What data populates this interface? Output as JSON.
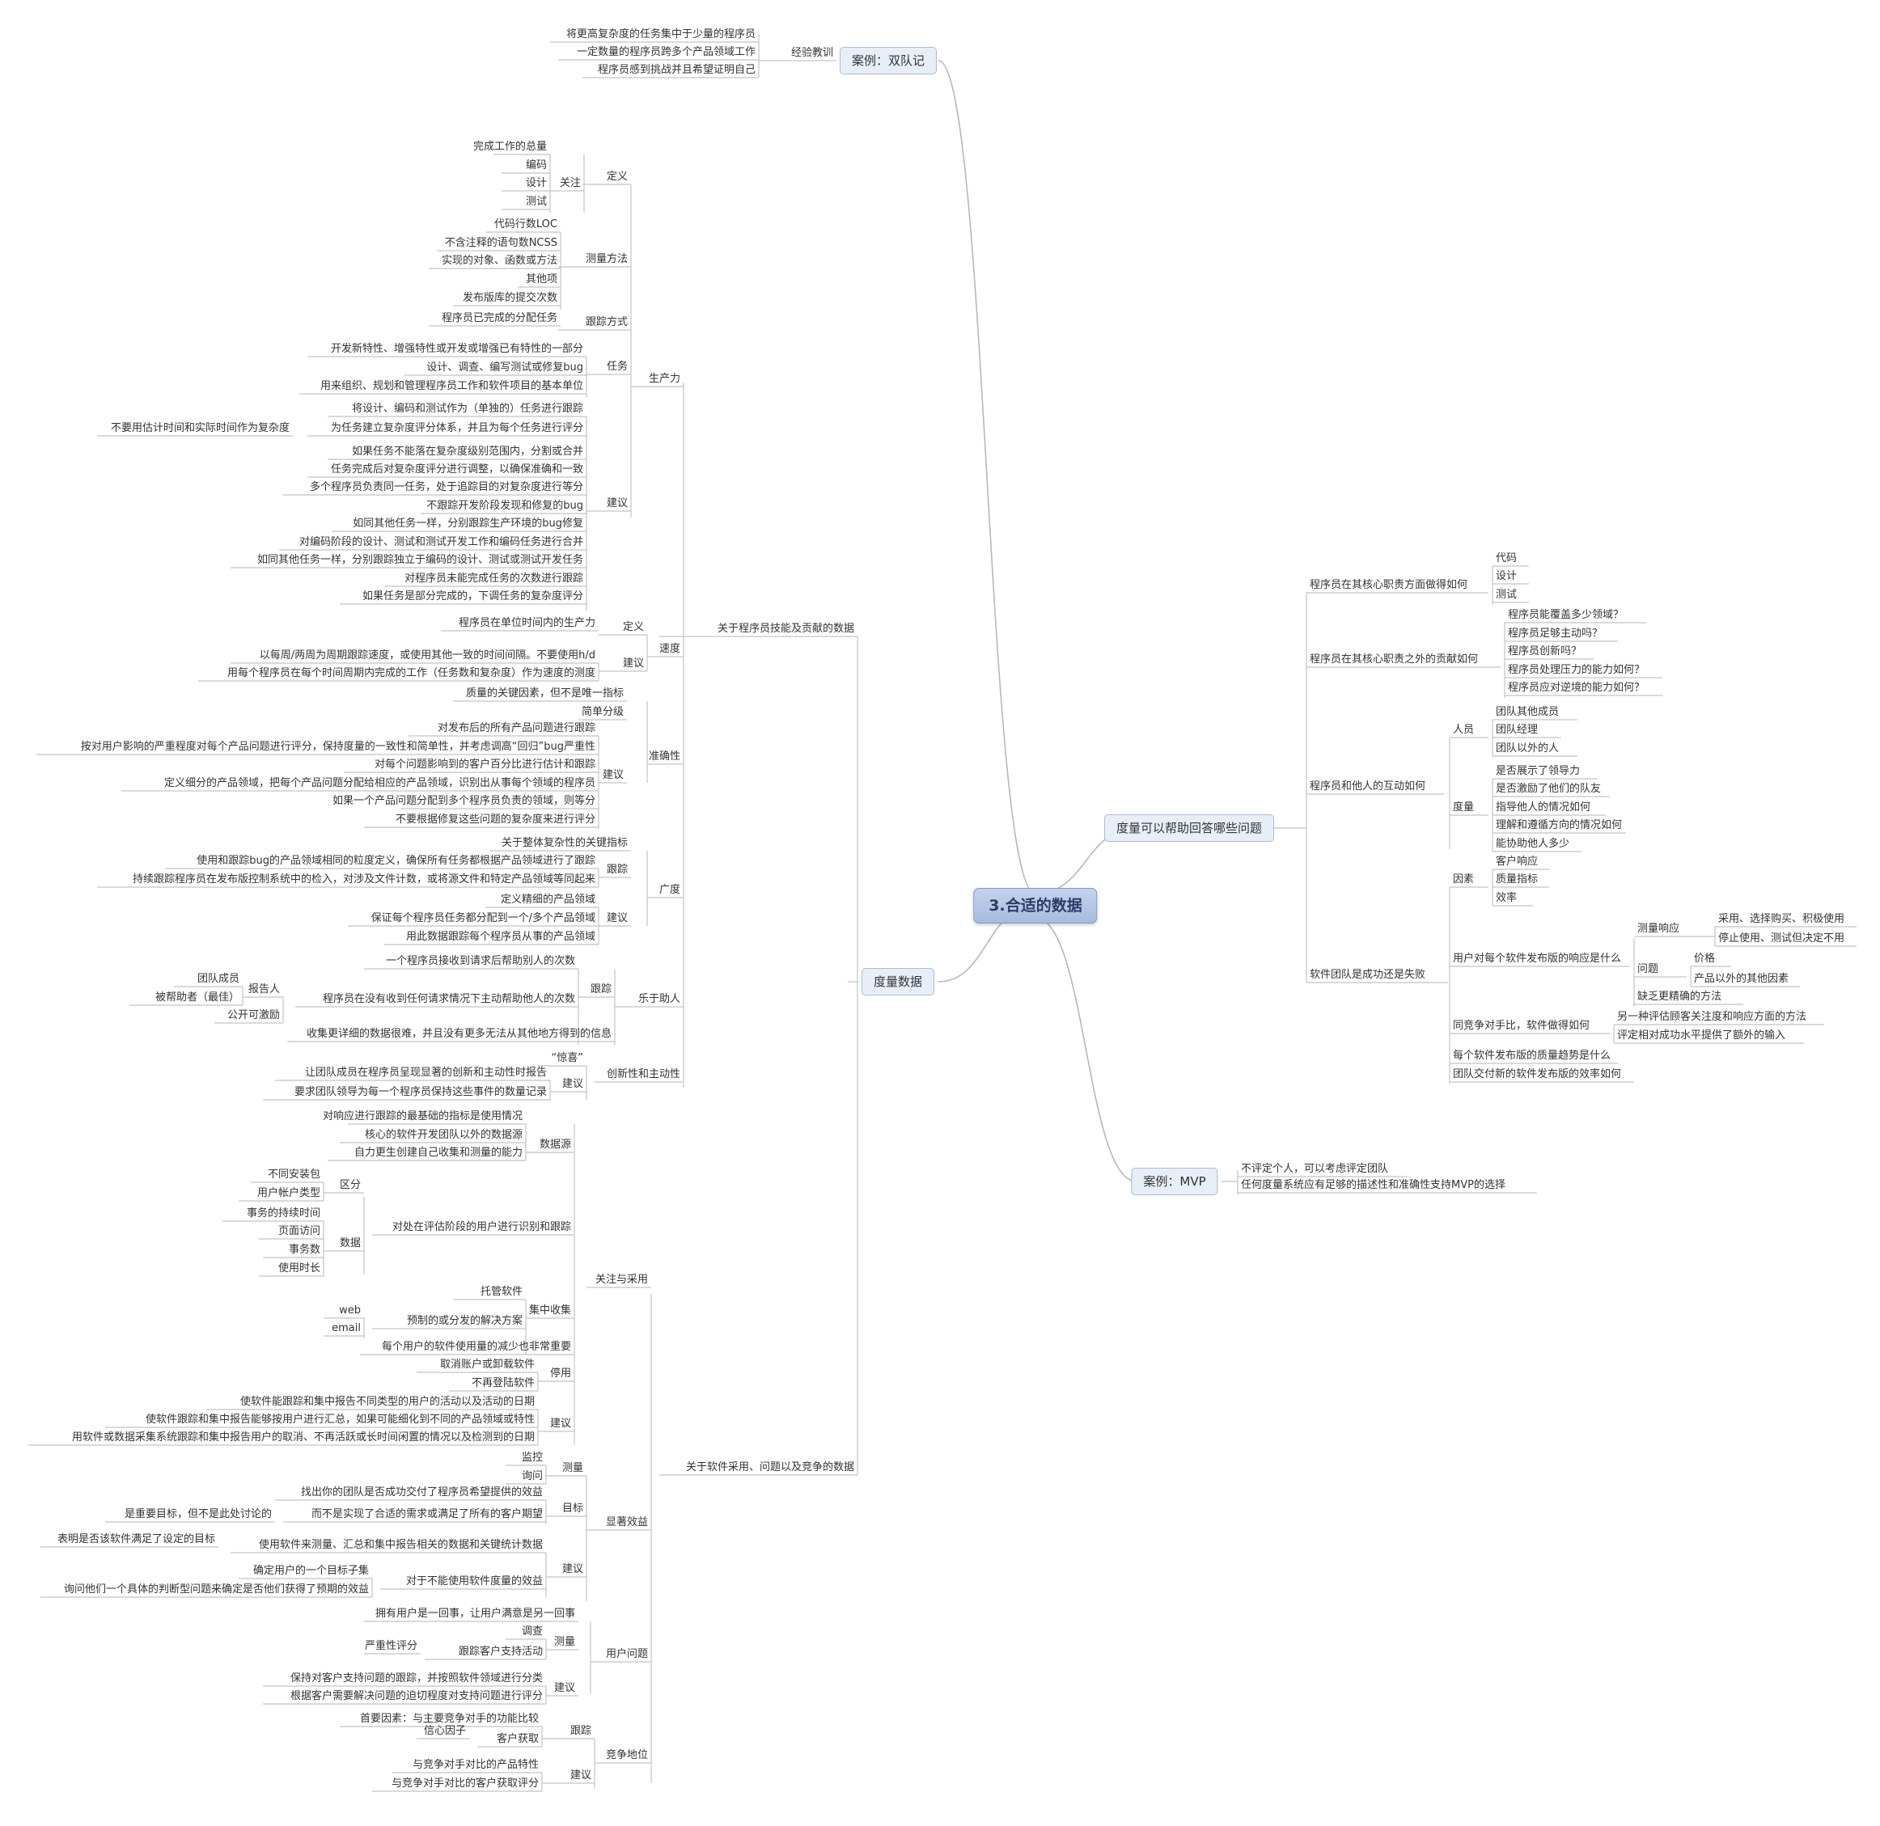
{
  "mindmap": {
    "colors": {
      "line": "#c4c4c4",
      "curve": "#b8b8b8",
      "topic_bg": "#e8eef8",
      "root_bg": "#b6c7e6"
    },
    "root": "3.合适的数据",
    "topics": {
      "case_double": "案例：双队记",
      "metrics_data": "度量数据",
      "questions": "度量可以帮助回答哪些问题",
      "case_mvp": "案例：MVP"
    },
    "case_double": {
      "lessons": "经验教训",
      "items": [
        "将更高复杂度的任务集中于少量的程序员",
        "一定数量的程序员跨多个产品领域工作",
        "程序员感到挑战并且希望证明自己"
      ]
    },
    "case_mvp": {
      "items": [
        "不评定个人，可以考虑评定团队",
        "任何度量系统应有足够的描述性和准确性支持MVP的选择"
      ]
    },
    "skills": {
      "label": "关于程序员技能及贡献的数据",
      "productivity": {
        "label": "生产力",
        "definition": "定义",
        "focus": "关注",
        "focus_items": [
          "完成工作的总量",
          "编码",
          "设计",
          "测试"
        ],
        "measure": "测量方法",
        "measure_items": [
          "代码行数LOC",
          "不含注释的语句数NCSS",
          "实现的对象、函数或方法",
          "其他项",
          "发布版库的提交次数"
        ],
        "tracking": "跟踪方式",
        "tracking_item": "程序员已完成的分配任务",
        "task": "任务",
        "task_items": [
          "开发新特性、增强特性或开发或增强已有特性的一部分",
          "设计、调查、编写测试或修复bug",
          "用来组织、规划和管理程序员工作和软件项目的基本单位"
        ],
        "advice": "建议",
        "advice_items": [
          "将设计、编码和测试作为（单独的）任务进行跟踪",
          "为任务建立复杂度评分体系，并且为每个任务进行评分",
          "如果任务不能落在复杂度级别范围内，分割或合并",
          "任务完成后对复杂度评分进行调整，以确保准确和一致",
          "多个程序员负责同一任务，处于追踪目的对复杂度进行等分",
          "不跟踪开发阶段发现和修复的bug",
          "如同其他任务一样，分别跟踪生产环境的bug修复",
          "对编码阶段的设计、测试和测试开发工作和编码任务进行合并",
          "如同其他任务一样，分别跟踪独立于编码的设计、测试或测试开发任务",
          "对程序员未能完成任务的次数进行跟踪",
          "如果任务是部分完成的，下调任务的复杂度评分"
        ],
        "advice_sub": "不要用估计时间和实际时间作为复杂度"
      },
      "speed": {
        "label": "速度",
        "definition": "定义",
        "definition_item": "程序员在单位时间内的生产力",
        "advice": "建议",
        "advice_items": [
          "以每周/两周为周期跟踪速度，或使用其他一致的时间间隔。不要使用h/d",
          "用每个程序员在每个时间周期内完成的工作（任务数和复杂度）作为速度的测度"
        ]
      },
      "accuracy": {
        "label": "准确性",
        "top_item": "质量的关键因素，但不是唯一指标",
        "simple": "简单分级",
        "advice": "建议",
        "advice_items": [
          "对发布后的所有产品问题进行跟踪",
          "按对用户影响的严重程度对每个产品问题进行评分，保持度量的一致性和简单性，并考虑调高“回归”bug严重性",
          "对每个问题影响到的客户百分比进行估计和跟踪",
          "定义细分的产品领域，把每个产品问题分配给相应的产品领域，识别出从事每个领域的程序员",
          "如果一个产品问题分配到多个程序员负责的领域，则等分",
          "不要根据修复这些问题的复杂度来进行评分"
        ]
      },
      "breadth": {
        "label": "广度",
        "top_item": "关于整体复杂性的关键指标",
        "tracking": "跟踪",
        "tracking_items": [
          "使用和跟踪bug的产品领域相同的粒度定义，确保所有任务都根据产品领域进行了跟踪",
          "持续跟踪程序员在发布版控制系统中的检入，对涉及文件计数，或将源文件和特定产品领域等同起来"
        ],
        "advice": "建议",
        "advice_items": [
          "定义精细的产品领域",
          "保证每个程序员任务都分配到一个/多个产品领域",
          "用此数据跟踪每个程序员从事的产品领域"
        ]
      },
      "helping": {
        "label": "乐于助人",
        "tracking": "跟踪",
        "tracking_items": [
          "一个程序员接收到请求后帮助别人的次数",
          "程序员在没有收到任何请求情况下主动帮助他人的次数",
          "收集更详细的数据很难，并且没有更多无法从其他地方得到的信息"
        ],
        "reporter": "报告人",
        "reporter_items": [
          "团队成员",
          "被帮助者（最佳）"
        ],
        "public": "公开可激励"
      },
      "innovation": {
        "label": "创新性和主动性",
        "surprise": "“惊喜”",
        "advice": "建议",
        "advice_items": [
          "让团队成员在程序员呈现显著的创新和主动性时报告",
          "要求团队领导为每一个程序员保持这些事件的数量记录"
        ]
      }
    },
    "adoption_group": {
      "label": "关于软件采用、问题以及竞争的数据",
      "adoption": {
        "label": "关注与采用",
        "datasource": "数据源",
        "datasource_items": [
          "对响应进行跟踪的最基础的指标是使用情况",
          "核心的软件开发团队以外的数据源",
          "自力更生创建自己收集和测量的能力"
        ],
        "identify": "对处在评估阶段的用户进行识别和跟踪",
        "distinguish": "区分",
        "distinguish_items": [
          "不同安装包",
          "用户帐户类型"
        ],
        "data": "数据",
        "data_items": [
          "事务的持续时间",
          "页面访问",
          "事务数",
          "使用时长"
        ],
        "central": "集中收集",
        "central_items": [
          "托管软件",
          "预制的或分发的解决方案",
          "每个用户的软件使用量的减少也非常重要"
        ],
        "prebuilt_items": [
          "web",
          "email"
        ],
        "stop": "停用",
        "stop_items": [
          "取消账户或卸载软件",
          "不再登陆软件"
        ],
        "advice": "建议",
        "advice_items": [
          "使软件能跟踪和集中报告不同类型的用户的活动以及活动的日期",
          "使软件跟踪和集中报告能够按用户进行汇总，如果可能细化到不同的产品领域或特性",
          "用软件或数据采集系统跟踪和集中报告用户的取消、不再活跃或长时间闲置的情况以及检测到的日期"
        ]
      },
      "benefit": {
        "label": "显著效益",
        "measure": "测量",
        "measure_items": [
          "监控",
          "询问"
        ],
        "goal": "目标",
        "goal_items": [
          "找出你的团队是否成功交付了程序员希望提供的效益",
          "而不是实现了合适的需求或满足了所有的客户期望"
        ],
        "goal_sub": "是重要目标，但不是此处讨论的",
        "advice": "建议",
        "advice_items": [
          "使用软件来测量、汇总和集中报告相关的数据和关键统计数据",
          "对于不能使用软件度量的效益"
        ],
        "advice_sub": "表明是否该软件满足了设定的目标",
        "cannot_items": [
          "确定用户的一个目标子集",
          "询问他们一个具体的判断型问题来确定是否他们获得了预期的效益"
        ]
      },
      "user_issues": {
        "label": "用户问题",
        "top_item": "拥有用户是一回事，让用户满意是另一回事",
        "measure": "测量",
        "measure_items": [
          "调查",
          "跟踪客户支持活动"
        ],
        "severity": "严重性评分",
        "advice": "建议",
        "advice_items": [
          "保持对客户支持问题的跟踪，并按照软件领域进行分类",
          "根据客户需要解决问题的迫切程度对支持问题进行评分"
        ]
      },
      "competition": {
        "label": "竞争地位",
        "tracking": "跟踪",
        "tracking_items": [
          "首要因素：与主要竞争对手的功能比较",
          "客户获取"
        ],
        "confidence": "信心因子",
        "advice": "建议",
        "advice_items": [
          "与竞争对手对比的产品特性",
          "与竞争对手对比的客户获取评分"
        ]
      }
    },
    "questions_group": {
      "core": "程序员在其核心职责方面做得如何",
      "core_items": [
        "代码",
        "设计",
        "测试"
      ],
      "beyond": "程序员在其核心职责之外的贡献如何",
      "beyond_items": [
        "程序员能覆盖多少领域？",
        "程序员足够主动吗？",
        "程序员创新吗？",
        "程序员处理压力的能力如何？",
        "程序员应对逆境的能力如何？"
      ],
      "interact": "程序员和他人的互动如何",
      "people": "人员",
      "people_items": [
        "团队其他成员",
        "团队经理",
        "团队以外的人"
      ],
      "measure": "度量",
      "measure_items": [
        "是否展示了领导力",
        "是否激励了他们的队友",
        "指导他人的情况如何",
        "理解和遵循方向的情况如何",
        "能协助他人多少"
      ],
      "success": "软件团队是成功还是失败",
      "factors": "因素",
      "factors_items": [
        "客户响应",
        "质量指标",
        "效率"
      ],
      "response": "用户对每个软件发布版的响应是什么",
      "measure_response": "测量响应",
      "measure_response_items": [
        "采用、选择购买、积极使用",
        "停止使用、测试但决定不用"
      ],
      "problems": "问题",
      "problems_items": [
        "价格",
        "产品以外的其他因素"
      ],
      "problems_more": "缺乏更精确的方法",
      "compare": "同竞争对手比，软件做得如何",
      "compare_items": [
        "另一种评估顾客关注度和响应方面的方法",
        "评定相对成功水平提供了额外的输入"
      ],
      "trend": "每个软件发布版的质量趋势是什么",
      "efficiency": "团队交付新的软件发布版的效率如何"
    }
  }
}
